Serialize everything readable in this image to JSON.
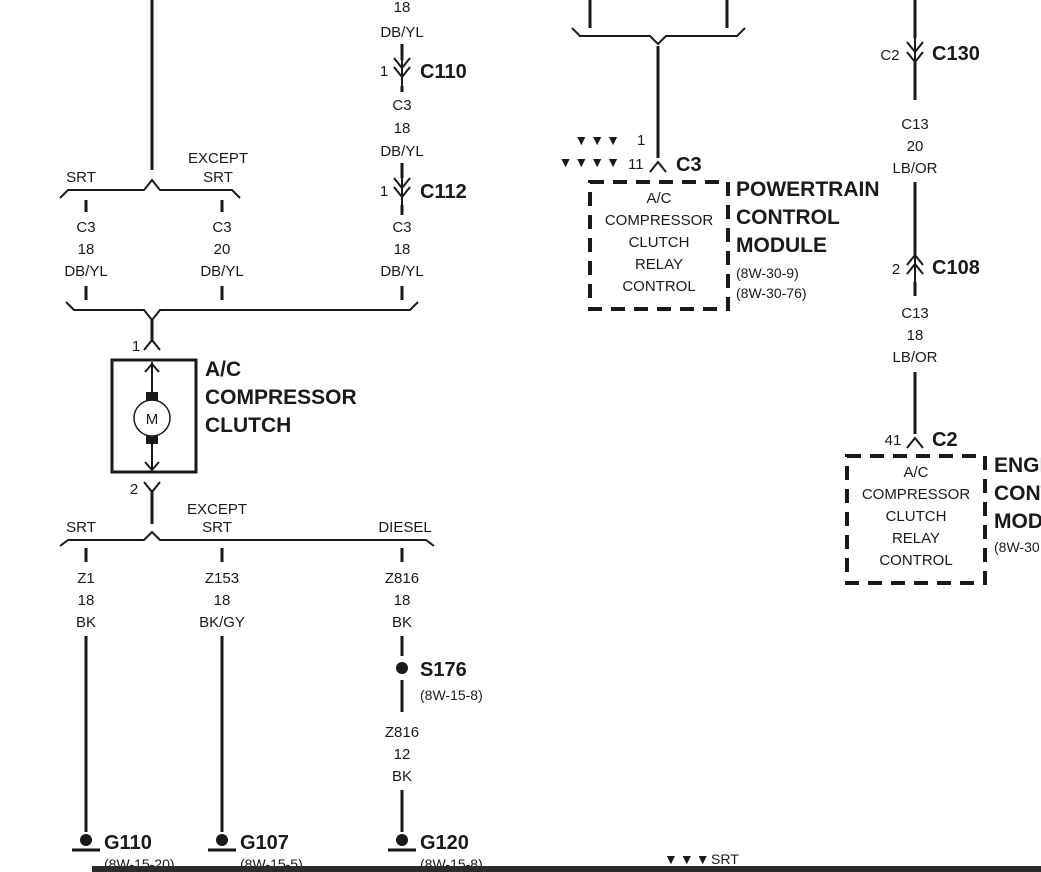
{
  "colors": {
    "ink": "#1a1a1a",
    "bottom_bar": "#2b2b2b"
  },
  "top_wire": {
    "l1": "18",
    "l2": "DB/YL"
  },
  "c110": {
    "pin": "1",
    "name": "C110"
  },
  "c112_wire": {
    "l1": "C3",
    "l2": "18",
    "l3": "DB/YL"
  },
  "c112": {
    "pin": "1",
    "name": "C112"
  },
  "upper_splice": {
    "left": "SRT",
    "right_l1": "EXCEPT",
    "right_l2": "SRT"
  },
  "wire_a": {
    "l1": "C3",
    "l2": "18",
    "l3": "DB/YL"
  },
  "wire_b": {
    "l1": "C3",
    "l2": "20",
    "l3": "DB/YL"
  },
  "wire_c": {
    "l1": "C3",
    "l2": "18",
    "l3": "DB/YL"
  },
  "clutch": {
    "pin_top": "1",
    "pin_bottom": "2",
    "motor": "M",
    "title_l1": "A/C",
    "title_l2": "COMPRESSOR",
    "title_l3": "CLUTCH"
  },
  "lower_splice": {
    "left": "SRT",
    "mid_l1": "EXCEPT",
    "mid_l2": "SRT",
    "right": "DIESEL"
  },
  "gw1": {
    "l1": "Z1",
    "l2": "18",
    "l3": "BK"
  },
  "gw2": {
    "l1": "Z153",
    "l2": "18",
    "l3": "BK/GY"
  },
  "gw3": {
    "l1": "Z816",
    "l2": "18",
    "l3": "BK"
  },
  "s176": {
    "name": "S176",
    "ref": "(8W-15-8)"
  },
  "gw3b": {
    "l1": "Z816",
    "l2": "12",
    "l3": "BK"
  },
  "grounds": [
    {
      "name": "G110",
      "ref": "(8W-15-20)"
    },
    {
      "name": "G107",
      "ref": "(8W-15-5)"
    },
    {
      "name": "G120",
      "ref": "(8W-15-8)"
    }
  ],
  "pcm": {
    "pin_a_marks": "▼▼▼",
    "pin_a": "1",
    "pin_b_marks": "▼▼▼▼",
    "pin_b": "11",
    "connector": "C3",
    "box_l1": "A/C",
    "box_l2": "COMPRESSOR",
    "box_l3": "CLUTCH",
    "box_l4": "RELAY",
    "box_l5": "CONTROL",
    "title_l1": "POWERTRAIN",
    "title_l2": "CONTROL",
    "title_l3": "MODULE",
    "ref1": "(8W-30-9)",
    "ref2": "(8W-30-76)"
  },
  "c130": {
    "pin": "C2",
    "name": "C130"
  },
  "ecm_wire1": {
    "l1": "C13",
    "l2": "20",
    "l3": "LB/OR"
  },
  "c108": {
    "pin": "2",
    "name": "C108"
  },
  "ecm_wire2": {
    "l1": "C13",
    "l2": "18",
    "l3": "LB/OR"
  },
  "ecm": {
    "pin": "41",
    "connector": "C2",
    "box_l1": "A/C",
    "box_l2": "COMPRESSOR",
    "box_l3": "CLUTCH",
    "box_l4": "RELAY",
    "box_l5": "CONTROL",
    "title_l1": "ENGI",
    "title_l2": "CONT",
    "title_l3": "MODU",
    "ref": "(8W-30"
  },
  "legend": {
    "marks": "▼▼▼",
    "text": "SRT"
  }
}
